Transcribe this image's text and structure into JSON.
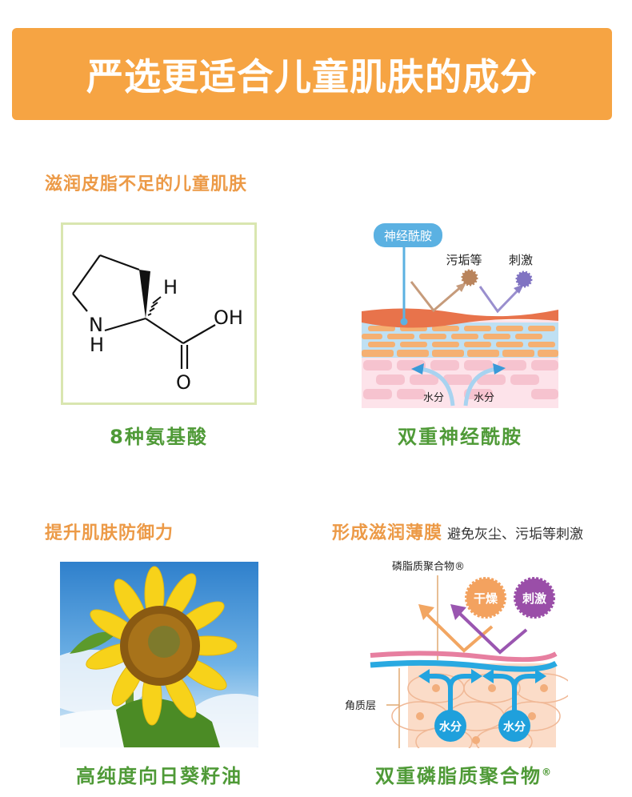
{
  "banner": {
    "title": "严选更适合儿童肌肤的成分"
  },
  "section1": {
    "title": "滋润皮脂不足的儿童肌肤",
    "left": {
      "caption": "8种氨基酸",
      "molecule_labels": {
        "h_top": "H",
        "oh": "OH",
        "o": "O",
        "n": "N",
        "nh_h": "H"
      }
    },
    "right": {
      "caption": "双重神经酰胺",
      "diagram": {
        "tag": "神经酰胺",
        "dirt": "污垢等",
        "irritant": "刺激",
        "water_left": "水分",
        "water_right": "水分"
      }
    }
  },
  "section2": {
    "left": {
      "title": "提升肌肤防御力",
      "caption": "高纯度向日葵籽油"
    },
    "right": {
      "title": "形成滋润薄膜",
      "subtitle": "避免灰尘、污垢等刺激",
      "caption": "双重磷脂质聚合物",
      "caption_mark": "®",
      "diagram": {
        "top_label": "磷脂质聚合物®",
        "dry": "干燥",
        "irritant": "刺激",
        "layer": "角质层",
        "water_left": "水分",
        "water_right": "水分"
      }
    }
  },
  "colors": {
    "banner": "#f6a443",
    "orange_title": "#ec9a47",
    "green_caption": "#4f9a37",
    "tag_blue": "#5bb1e2"
  }
}
